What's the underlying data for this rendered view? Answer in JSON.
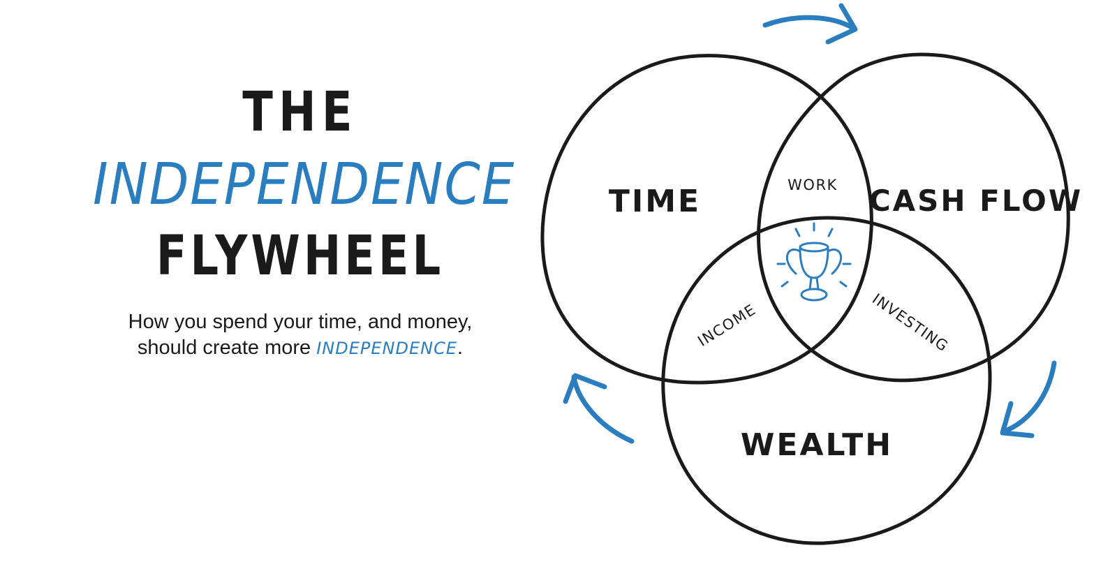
{
  "title": {
    "line1": "THE",
    "line2": "INDEPENDENCE",
    "line3": "FLYWHEEL"
  },
  "subtitle": {
    "line1": "How you spend your time, and money,",
    "line2_prefix": "should create more ",
    "line2_accent": "INDEPENDENCE",
    "line2_suffix": "."
  },
  "circles": {
    "time": "TIME",
    "cash_flow": "CASH FLOW",
    "wealth": "WEALTH"
  },
  "overlaps": {
    "work": "WORK",
    "income": "INCOME",
    "investing": "INVESTING"
  },
  "icons": {
    "center": "trophy-icon",
    "cycle": "curved-arrow-icon"
  },
  "colors": {
    "ink": "#1a1a1a",
    "accent": "#2a7dbf"
  }
}
